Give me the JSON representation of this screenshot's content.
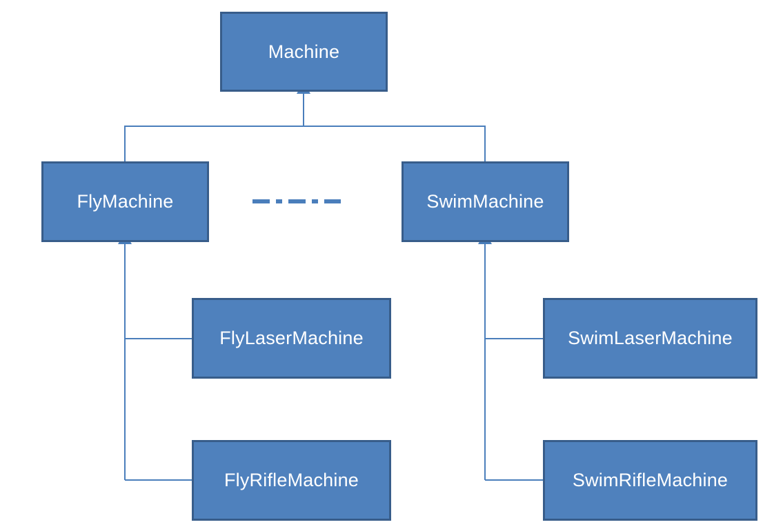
{
  "nodes": {
    "machine": "Machine",
    "fly_machine": "FlyMachine",
    "swim_machine": "SwimMachine",
    "fly_laser_machine": "FlyLaserMachine",
    "fly_rifle_machine": "FlyRifleMachine",
    "swim_laser_machine": "SwimLaserMachine",
    "swim_rifle_machine": "SwimRifleMachine"
  },
  "colors": {
    "box_fill": "#4f81bd",
    "box_border": "#385d8a",
    "connector": "#4a7ebb",
    "text": "#ffffff"
  }
}
